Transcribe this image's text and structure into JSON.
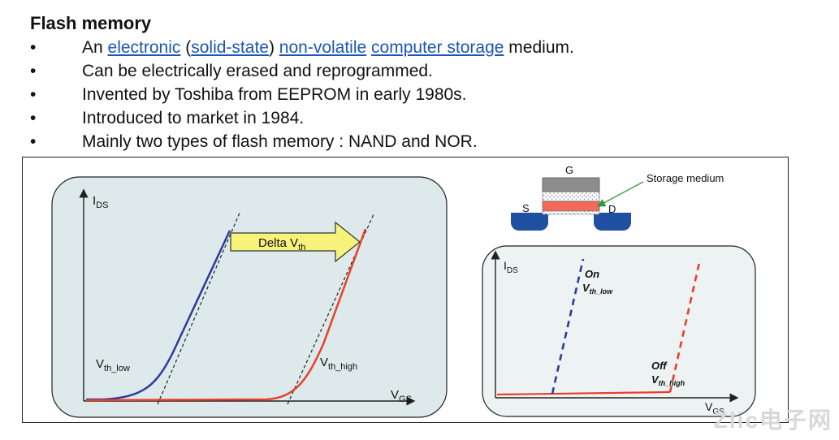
{
  "slide": {
    "title": "Flash memory",
    "bullet_symbol": "•",
    "bullets": [
      {
        "parts": [
          {
            "text": "An ",
            "link": false
          },
          {
            "text": "electronic",
            "link": true
          },
          {
            "text": " (",
            "link": false
          },
          {
            "text": "solid-state",
            "link": true
          },
          {
            "text": ") ",
            "link": false
          },
          {
            "text": "non-volatile",
            "link": true
          },
          {
            "text": " ",
            "link": false
          },
          {
            "text": "computer storage",
            "link": true
          },
          {
            "text": " medium.",
            "link": false
          }
        ]
      },
      {
        "parts": [
          {
            "text": "Can be electrically erased and reprogrammed.",
            "link": false
          }
        ]
      },
      {
        "parts": [
          {
            "text": "Invented by Toshiba from EEPROM in early 1980s.",
            "link": false
          }
        ]
      },
      {
        "parts": [
          {
            "text": "Introduced to market in 1984.",
            "link": false
          }
        ]
      },
      {
        "parts": [
          {
            "text": "Mainly two types of flash memory : NAND and NOR.",
            "link": false
          }
        ]
      }
    ]
  },
  "left_plot": {
    "y_axis": {
      "main": "I",
      "sub": "DS"
    },
    "x_axis": {
      "main": "V",
      "sub": "GS"
    },
    "arrow_label": {
      "main": "Delta V",
      "sub": "th"
    },
    "curve_low_label": {
      "main": "V",
      "sub": "th_low"
    },
    "curve_high_label": {
      "main": "V",
      "sub": "th_high"
    }
  },
  "transistor": {
    "gate": "G",
    "source": "S",
    "drain": "D",
    "storage_label": "Storage medium"
  },
  "right_plot": {
    "y_axis": {
      "main": "I",
      "sub": "DS"
    },
    "x_axis": {
      "main": "V",
      "sub": "GS"
    },
    "on_label": {
      "main": "On",
      "v": "V",
      "sub": "th_low"
    },
    "off_label": {
      "main": "Off",
      "v": "V",
      "sub": "th_high"
    }
  },
  "colors": {
    "link": "#1a56b8",
    "curve_low": "#2d3a9e",
    "curve_high": "#e8402a",
    "panel_bg": "#dde9ea",
    "arrow_fill": "#f7f27a",
    "storage_layer": "#f26a5a",
    "source_drain": "#1f4fa0",
    "pointer": "#2e9a3a"
  },
  "watermark": "Zlic电子网"
}
